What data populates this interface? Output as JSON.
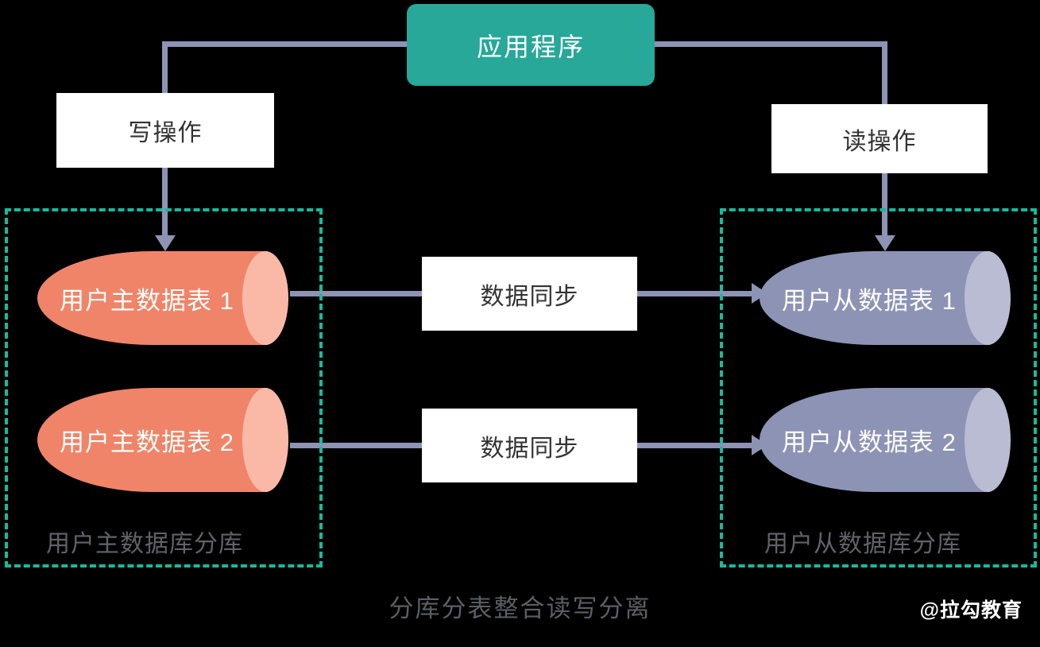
{
  "diagram": {
    "title": "分库分表整合读写分离",
    "watermark": "@拉勾教育",
    "colors": {
      "background": "#000000",
      "app_box": "#27a898",
      "master_cylinder": "#f08468",
      "master_cylinder_cap": "#f9b9a6",
      "slave_cylinder": "#8d93b5",
      "slave_cylinder_cap": "#b9bcd2",
      "connector": "#8d93b5",
      "dashed_border": "#16bb9b",
      "label_box": "#ffffff",
      "group_caption": "#5f6368"
    }
  },
  "nodes": {
    "application": "应用程序",
    "write_operation": "写操作",
    "read_operation": "读操作",
    "sync_1": "数据同步",
    "sync_2": "数据同步",
    "master_table_1": "用户主数据表 1",
    "master_table_2": "用户主数据表 2",
    "slave_table_1": "用户从数据表 1",
    "slave_table_2": "用户从数据表 2"
  },
  "groups": {
    "master_group_caption": "用户主数据库分库",
    "slave_group_caption": "用户从数据库分库"
  }
}
